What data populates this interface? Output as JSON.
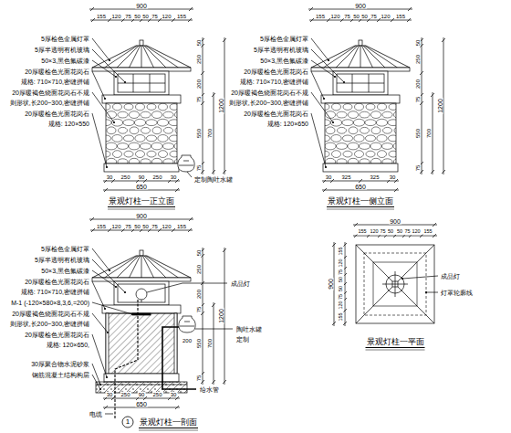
{
  "diagram": {
    "labels": [
      "900",
      "155",
      "120",
      "75",
      "50",
      "50",
      "75",
      "120",
      "155",
      "5厚桧色金属灯罩",
      "5厚半透明有机玻璃",
      "50×3,黑色氟碳漆",
      "20厚暖桧色光面花岗石",
      "规格: 710×710,密缝拼铺",
      "20厚暖褐色烧面花岗石不规",
      "则形状,长200~300,密缝拼铺",
      "20厚暖桧色光面花岗石",
      "规格: 120×550",
      "50",
      "250",
      "200",
      "75",
      "550",
      "75",
      "700",
      "1200",
      "30",
      "250",
      "90",
      "250",
      "30",
      "650",
      "定制陶吐水罐",
      "景观灯柱一正立面",
      "900",
      "155",
      "120",
      "75",
      "50",
      "50",
      "75",
      "120",
      "155",
      "5厚桧色金属灯罩",
      "5厚半透明有机玻璃",
      "50×3,黑色氟碳漆",
      "20厚暖桧色光面花岗石",
      "规格: 710×710,密缝拼铺",
      "20厚暖褐色烧面花岗石不规",
      "则形状,长200~300,密缝拼铺",
      "20厚暖桧色光面花岗石",
      "规格: 120×650",
      "50",
      "250",
      "200",
      "75",
      "550",
      "75",
      "700",
      "1200",
      "30",
      "325",
      "325",
      "30",
      "650",
      "景观灯柱一侧立面",
      "900",
      "155",
      "120",
      "75",
      "50",
      "50",
      "75",
      "120",
      "155",
      "5厚桧色金属灯罩",
      "5厚半透明有机玻璃",
      "50×3,黑色氟碳漆",
      "20厚暖桧色光面花岗石",
      "规格: 710×710,密缝拼铺",
      "M-1 (-120×580×8,3,6,=200)",
      "20厚暖褐色烧面花岗石不规",
      "则形状,长200~300,密缝拼铺",
      "20厚暖桧色光面花岗石",
      "规格: 120×650,",
      "50",
      "250",
      "200",
      "75",
      "550",
      "75",
      "700",
      "1200",
      "成品灯",
      "陶吐水罐",
      "定制",
      "200",
      "给水管",
      "30厚聚合物水泥砂浆",
      "钢筋混凝土结构构层",
      "电缆",
      "30",
      "250",
      "90",
      "250",
      "30",
      "650",
      "1",
      "景观灯柱一剖面",
      "900",
      "155",
      "120",
      "75",
      "50",
      "50",
      "75",
      "120",
      "155",
      "900",
      "155",
      "120",
      "75",
      "50",
      "50",
      "75",
      "120",
      "155",
      "成品灯",
      "灯罩轮廓线",
      "景观灯柱一平面"
    ]
  }
}
